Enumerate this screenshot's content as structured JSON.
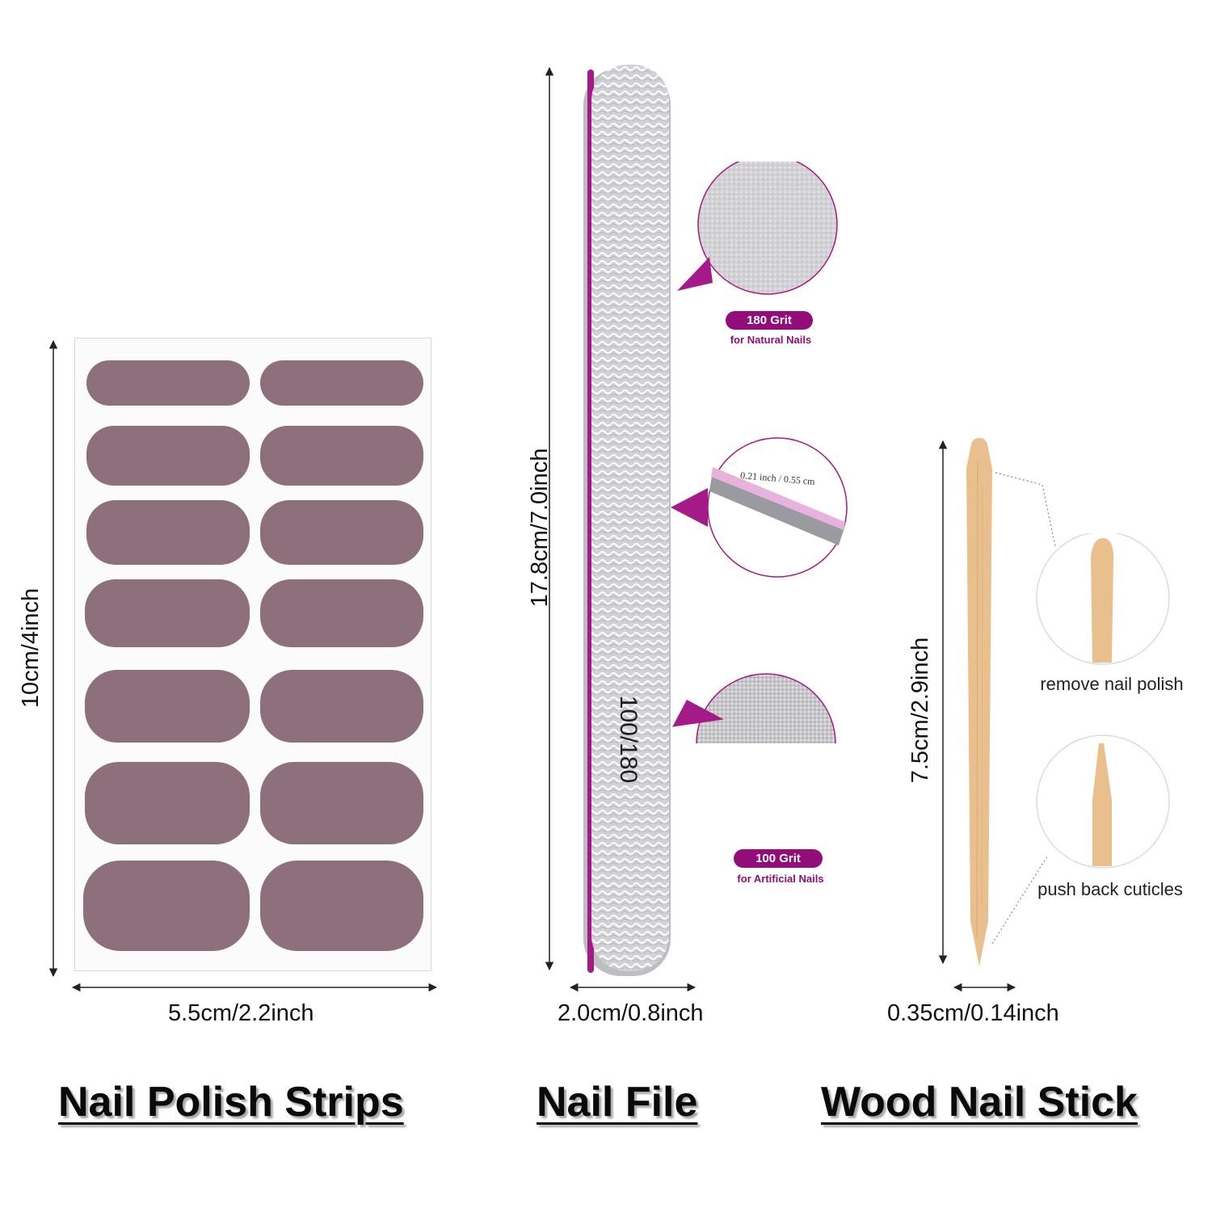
{
  "sections": {
    "strips": {
      "title": "Nail Polish Strips",
      "width_label": "5.5cm/2.2inch",
      "height_label": "10cm/4inch",
      "strip_color": "#8e6f7c",
      "strip_count": 14
    },
    "file": {
      "title": "Nail File",
      "width_label": "2.0cm/0.8inch",
      "length_label": "17.8cm/7.0inch",
      "file_text": "100/180",
      "grit_top": {
        "label": "180 Grit",
        "sub": "for Natural Nails"
      },
      "grit_bottom": {
        "label": "100 Grit",
        "sub": "for Artificial Nails"
      },
      "thickness_label": "0.21 inch / 0.55 cm",
      "accent": "#930d7a"
    },
    "stick": {
      "title": "Wood Nail Stick",
      "width_label": "0.35cm/0.14inch",
      "length_label": "7.5cm/2.9inch",
      "use_top": "remove nail polish",
      "use_bottom": "push back cuticles",
      "wood_color": "#e9bf8e"
    }
  }
}
